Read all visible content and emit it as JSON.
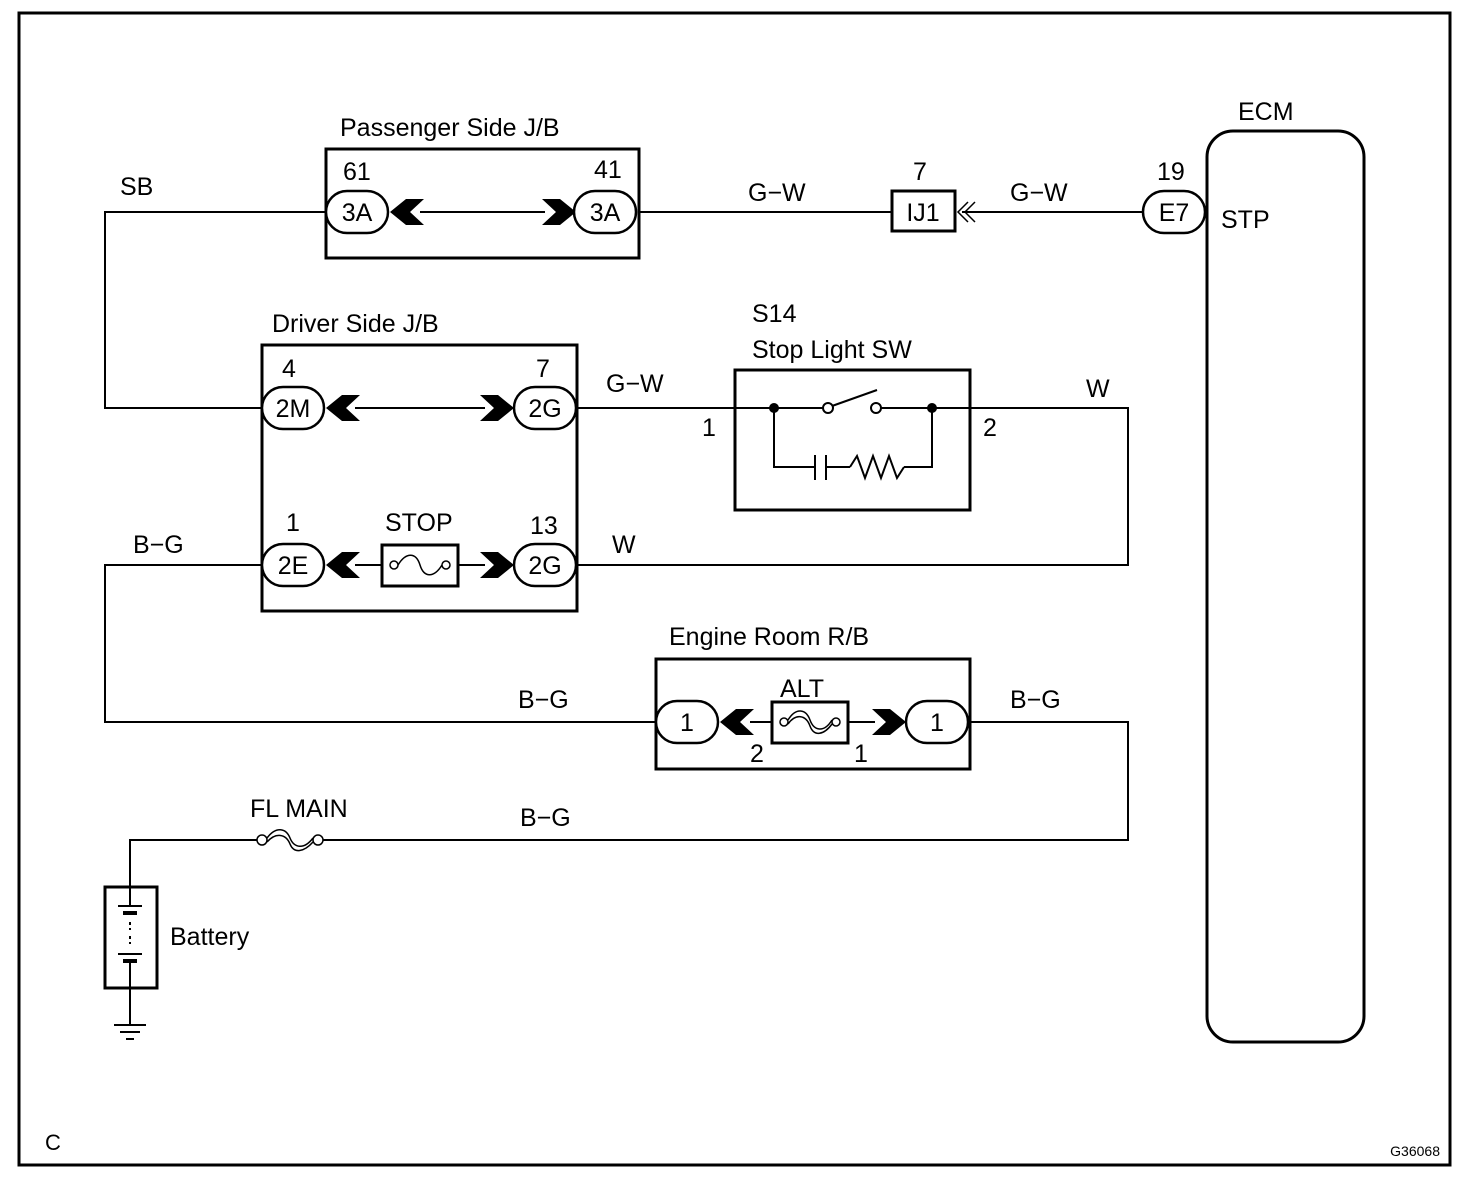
{
  "corner_letter": "C",
  "figure_code": "G36068",
  "ecm": {
    "title": "ECM",
    "pin_number": "19",
    "connector": "E7",
    "terminal": "STP"
  },
  "passenger_jb": {
    "title": "Passenger Side J/B",
    "left_pin": "61",
    "left_connector": "3A",
    "right_pin": "41",
    "right_connector": "3A"
  },
  "junction": {
    "pin": "7",
    "connector": "IJ1"
  },
  "driver_jb": {
    "title": "Driver Side J/B",
    "top_left_pin": "4",
    "top_left_connector": "2M",
    "top_right_pin": "7",
    "top_right_connector": "2G",
    "bottom_left_pin": "1",
    "bottom_left_connector": "2E",
    "fuse": "STOP",
    "bottom_right_pin": "13",
    "bottom_right_connector": "2G"
  },
  "stop_light_sw": {
    "code": "S14",
    "title": "Stop Light SW",
    "pin_left": "1",
    "pin_right": "2"
  },
  "engine_room_rb": {
    "title": "Engine Room R/B",
    "fuse": "ALT",
    "left_connector": "1",
    "right_connector": "1",
    "fuse_pin_left": "2",
    "fuse_pin_right": "1"
  },
  "fl_main": "FL MAIN",
  "battery": "Battery",
  "wires": {
    "sb": "SB",
    "gw_pass_to_ij1": "G−W",
    "gw_ij1_to_ecm": "G−W",
    "gw_driver_to_sw": "G−W",
    "w_sw_out": "W",
    "w_stop_fuse": "W",
    "bg_driver_left": "B−G",
    "bg_to_er_left": "B−G",
    "bg_er_right": "B−G",
    "bg_fl_main": "B−G"
  }
}
